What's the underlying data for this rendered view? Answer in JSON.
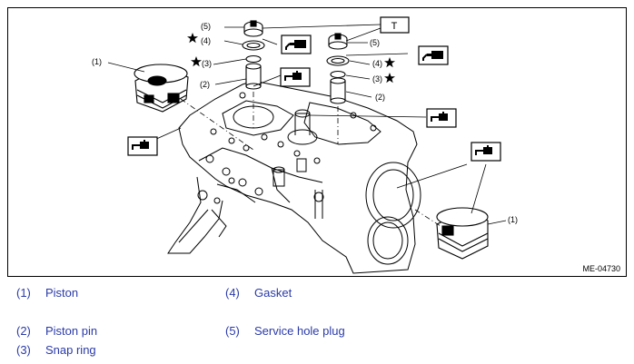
{
  "figure": {
    "id": "ME-04730",
    "callouts": {
      "c1": "(1)",
      "c2": "(2)",
      "c3": "(3)",
      "c4": "(4)",
      "c5": "(5)",
      "torque_tag": "T"
    },
    "icons": [
      "oil-can-icon",
      "grease-icon",
      "star-icon",
      "torque-icon"
    ]
  },
  "legend": [
    {
      "num": "(1)",
      "label": "Piston"
    },
    {
      "num": "(2)",
      "label": "Piston pin"
    },
    {
      "num": "(3)",
      "label": "Snap ring"
    },
    {
      "num": "(4)",
      "label": "Gasket"
    },
    {
      "num": "(5)",
      "label": "Service hole plug"
    }
  ],
  "colors": {
    "legend_text": "#2a3aa8",
    "line": "#000000"
  }
}
